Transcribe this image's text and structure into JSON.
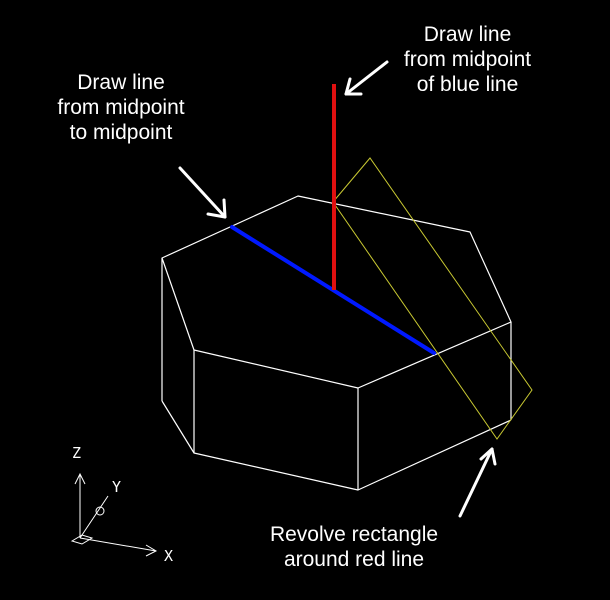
{
  "annotations": {
    "left_callout": [
      "Draw line",
      "from midpoint",
      "to midpoint"
    ],
    "top_callout": [
      "Draw line",
      "from midpoint",
      "of blue line"
    ],
    "bottom_callout": [
      "Revolve rectangle",
      "around red line"
    ]
  },
  "ucs_icon": {
    "z_label": "Z",
    "y_label": "Y",
    "x_label": "X"
  },
  "colors": {
    "background": "#000000",
    "wireframe": "#ffffff",
    "blue_line": "#0019ff",
    "red_line": "#e01010",
    "rectangle": "#c8c832",
    "text": "#ffffff"
  }
}
